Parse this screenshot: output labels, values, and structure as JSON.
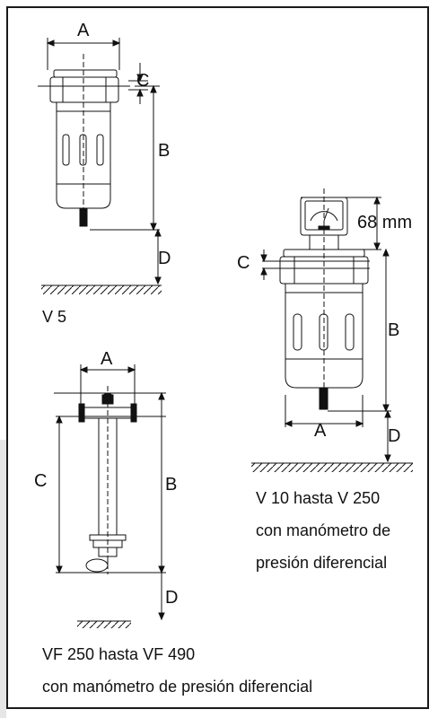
{
  "diagram1": {
    "label_a": "A",
    "label_b": "B",
    "label_c": "C",
    "label_d": "D",
    "caption": "V 5"
  },
  "diagram2": {
    "label_gauge_height": "68 mm",
    "label_a": "A",
    "label_b": "B",
    "label_c": "C",
    "label_d": "D",
    "caption_lines": [
      "V 10 hasta V 250",
      "con manómetro de",
      "presión diferencial"
    ]
  },
  "diagram3": {
    "label_a": "A",
    "label_b": "B",
    "label_c": "C",
    "label_d": "D",
    "caption_lines": [
      "VF 250 hasta VF 490",
      "con manómetro de presión diferencial"
    ]
  }
}
